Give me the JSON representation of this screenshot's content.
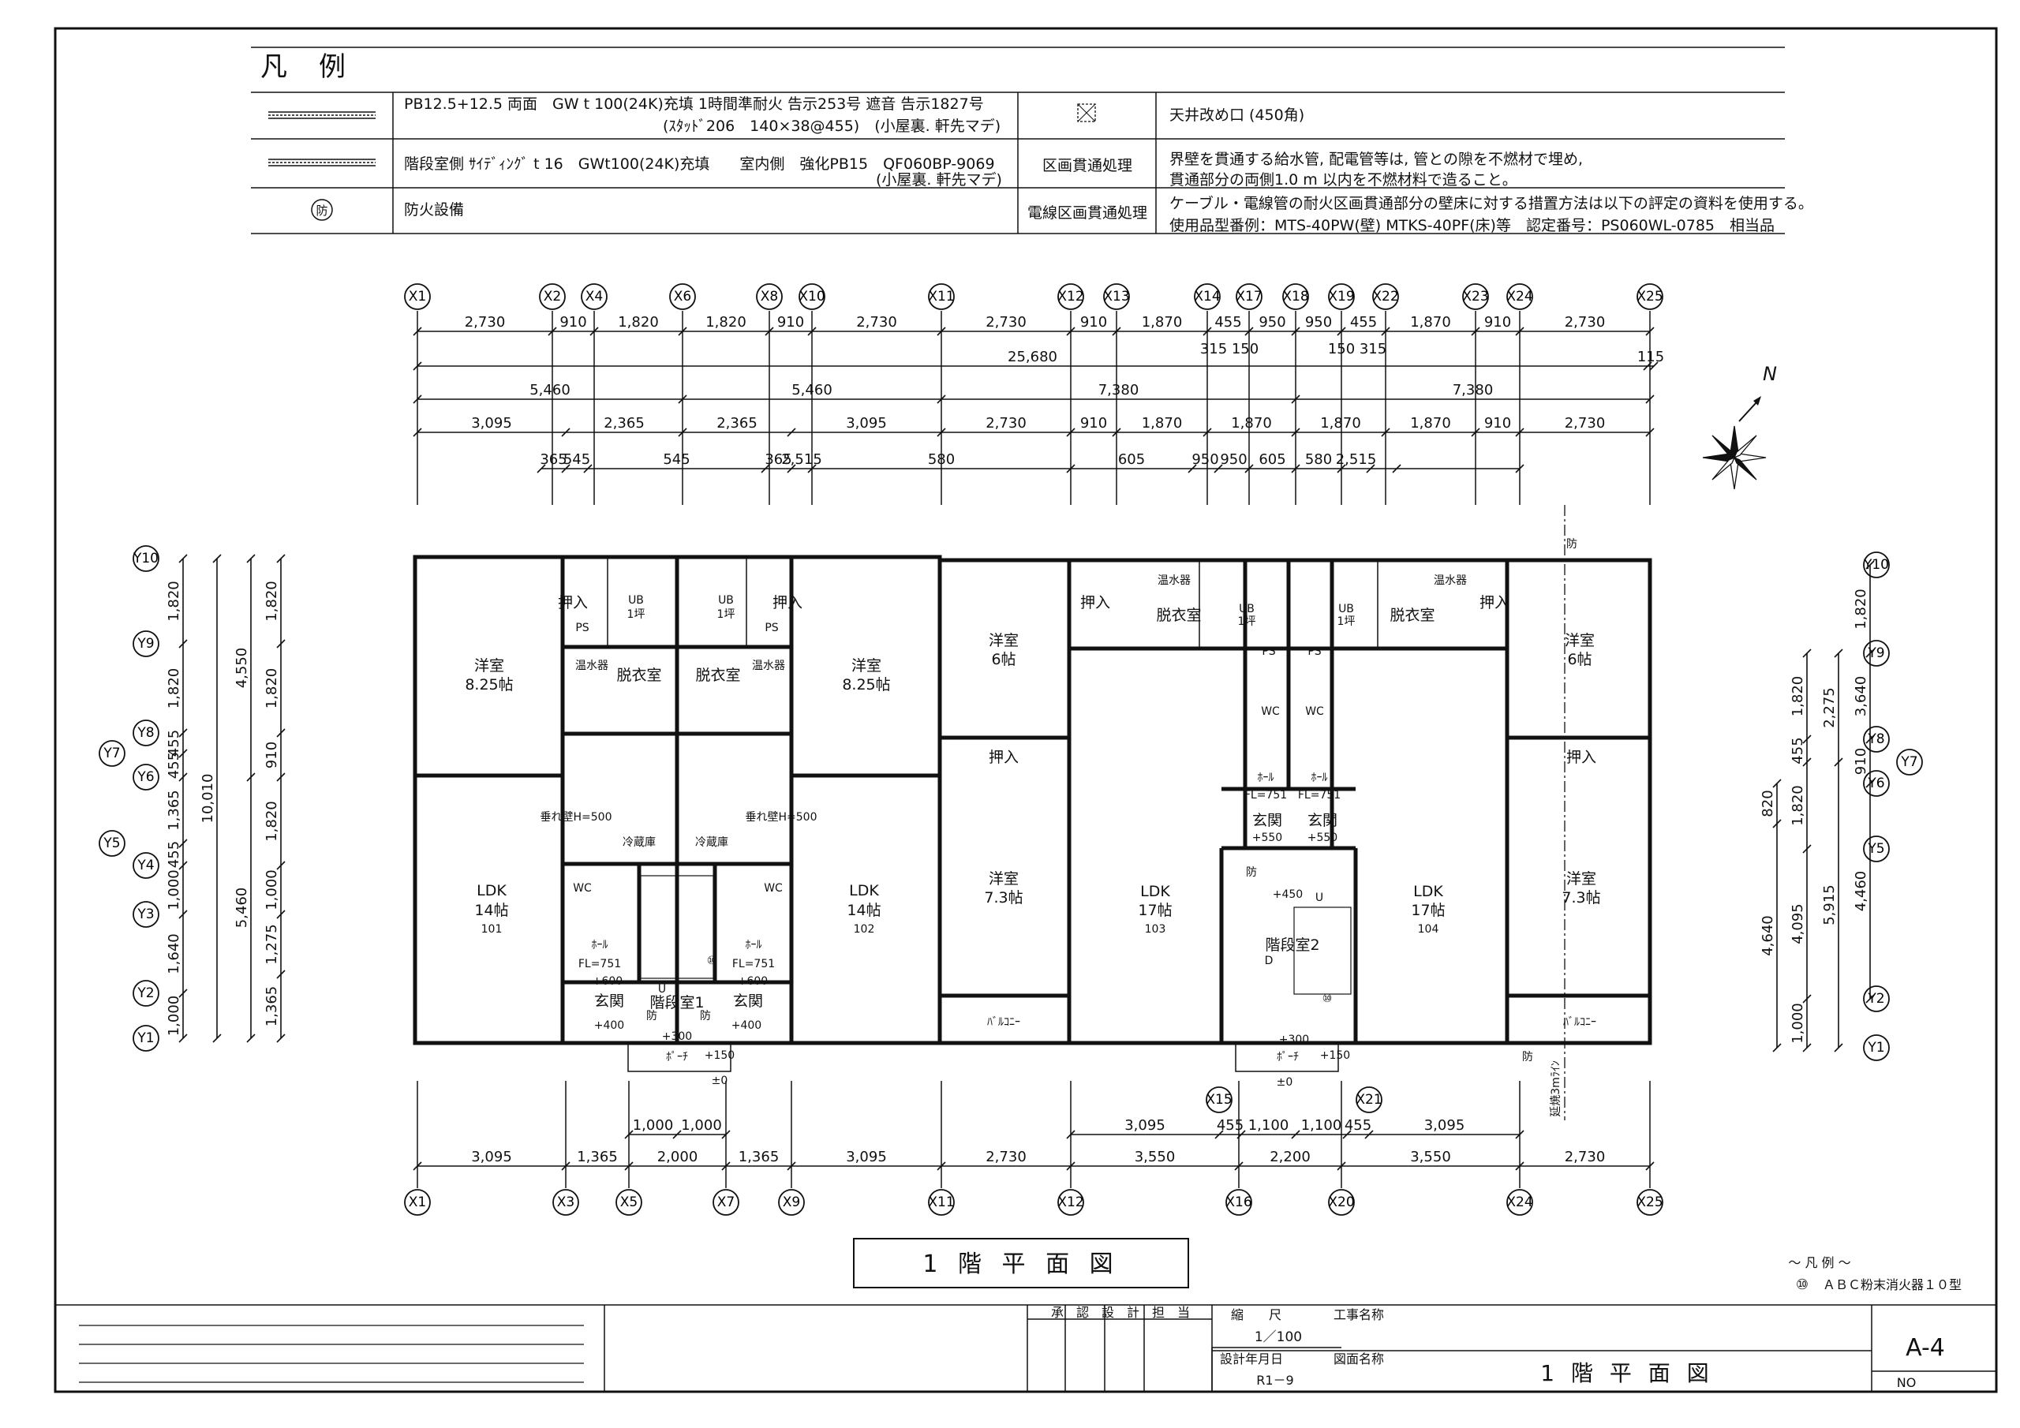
{
  "legend": {
    "title": "凡例",
    "rows": [
      {
        "desc_lines": [
          "PB12.5+12.5 両面　GW t 100(24K)充填 1時間準耐火 告示253号 遮音 告示1827号",
          "(ｽﾀｯﾄﾞ206　140×38@455)　(小屋裏. 軒先マデ)"
        ],
        "mid_label": "",
        "right_lines": [
          "天井改め口 (450角)"
        ]
      },
      {
        "desc_lines": [
          "階段室側 ｻｲﾃﾞｨﾝｸﾞ t 16　GWt100(24K)充填　　室内側　強化PB15　QF060BP-9069",
          "(小屋裏. 軒先マデ)"
        ],
        "mid_label": "区画貫通処理",
        "right_lines": [
          "界壁を貫通する給水管, 配電管等は, 管との隙を不燃材で埋め,",
          "貫通部分の両側1.0 m 以内を不燃材料で造ること。"
        ]
      },
      {
        "symbol": "防",
        "desc_lines": [
          "防火設備"
        ],
        "mid_label": "電線区画貫通処理",
        "right_lines": [
          "ケーブル・電線管の耐火区画貫通部分の壁床に対する措置方法は以下の評定の資料を使用する。",
          "使用品型番例：MTS-40PW(壁) MTKS-40PF(床)等　認定番号：PS060WL-0785　相当品"
        ]
      }
    ]
  },
  "grid_top": [
    "X1",
    "X2",
    "X4",
    "X6",
    "X8",
    "X10",
    "X11",
    "X12",
    "X13",
    "X14",
    "X17",
    "X18",
    "X19",
    "X22",
    "X23",
    "X24",
    "X25"
  ],
  "grid_bottom": [
    "X1",
    "X3",
    "X5",
    "X7",
    "X9",
    "X11",
    "X12",
    "X16",
    "X20",
    "X24",
    "X25"
  ],
  "grid_mid": [
    "X15",
    "X21"
  ],
  "grid_left": [
    "Y10",
    "Y9",
    "Y8",
    "Y7",
    "Y6",
    "Y5",
    "Y4",
    "Y3",
    "Y2",
    "Y1"
  ],
  "grid_right": [
    "Y10",
    "Y9",
    "Y8",
    "Y7",
    "Y6",
    "Y5",
    "Y2",
    "Y1"
  ],
  "dims_top": {
    "row1": [
      "2,730",
      "910",
      "1,820",
      "1,820",
      "910",
      "2,730",
      "2,730",
      "910",
      "1,870",
      "455",
      "950",
      "950",
      "455",
      "1,870",
      "910",
      "2,730"
    ],
    "row1b": [
      "315",
      "150",
      "150",
      "315"
    ],
    "row2": [
      "25,680",
      "115"
    ],
    "row3": [
      "5,460",
      "5,460",
      "7,380",
      "7,380"
    ],
    "row4": [
      "3,095",
      "2,365",
      "2,365",
      "3,095",
      "2,730",
      "910",
      "1,870",
      "1,870",
      "1,870",
      "1,870",
      "910",
      "2,730"
    ],
    "row5": [
      "365",
      "545",
      "545",
      "365",
      "2,515",
      "580",
      "605",
      "950",
      "950",
      "605",
      "580",
      "2,515"
    ]
  },
  "dims_bottom": {
    "row1": [
      "1,000",
      "1,000"
    ],
    "row2": [
      "3,095",
      "455",
      "1,100",
      "1,100",
      "455",
      "3,095"
    ],
    "row3": [
      "3,095",
      "1,365",
      "2,000",
      "1,365",
      "3,095",
      "2,730",
      "3,550",
      "2,200",
      "3,550",
      "2,730"
    ]
  },
  "dims_left": {
    "col1": [
      "1,820",
      "1,820",
      "455",
      "455",
      "1,365",
      "455",
      "1,000",
      "1,640",
      "1,000"
    ],
    "col2": [
      "10,010"
    ],
    "col3": [
      "4,550",
      "5,460"
    ],
    "col4": [
      "1,820",
      "1,820",
      "910",
      "1,820",
      "1,000",
      "1,275",
      "1,365"
    ]
  },
  "dims_right": {
    "col1": [
      "820",
      "4,640"
    ],
    "col2": [
      "1,820",
      "455",
      "1,820",
      "4,095",
      "1,000"
    ],
    "col3": [
      "2,275",
      "5,915"
    ],
    "col4": [
      "1,820",
      "3,640",
      "910",
      "4,460"
    ]
  },
  "rooms": {
    "western_825": "洋室",
    "tatami_825": "8.25帖",
    "western_6": "洋室",
    "tatami_6": "6帖",
    "western_73": "洋室",
    "tatami_73": "7.3帖",
    "ldk": "LDK",
    "ldk_14": "14帖",
    "ldk_17": "17帖",
    "u101": "101",
    "u102": "102",
    "u103": "103",
    "u104": "104",
    "oshiire": "押入",
    "ub": "UB",
    "ub_size": "1坪",
    "dressing": "脱衣室",
    "water_heater": "温水器",
    "fridge": "冷蔵庫",
    "wc": "WC",
    "hall": "ﾎｰﾙ",
    "fl": "FL=751",
    "entrance": "玄関",
    "stair1": "階段室1",
    "stair2": "階段室2",
    "balcony": "ﾊﾞﾙｺﾆｰ",
    "porch": "ﾎﾟｰﾁ",
    "hanging_wall": "垂れ壁H=500",
    "ps": "PS",
    "lv_600": "+600",
    "lv_550": "+550",
    "lv_450": "+450",
    "lv_400": "+400",
    "lv_300": "+300",
    "lv_150": "+150",
    "lv_0": "±0",
    "fire_extinguisher": "⑩",
    "fire_mark": "防",
    "burn_line": "延焼3mﾗｲﾝ",
    "up": "U",
    "down": "D"
  },
  "compass": {
    "label": "N"
  },
  "drawing_title": "1 階 平 面 図",
  "side_legend": {
    "title": "～ 凡 例 ～",
    "item_symbol": "⑩",
    "item_text": "ＡＢＣ粉末消火器１０型"
  },
  "title_block": {
    "approval_header": "承　認　設　計　担　当",
    "scale_label": "縮　　尺",
    "scale_value": "1／100",
    "date_label": "設計年月日",
    "date_value": "R1－9",
    "project_label": "工事名称",
    "drawing_name_label": "図面名称",
    "drawing_name": "1 階 平 面 図",
    "sheet_no": "A-4",
    "no_label": "NO"
  }
}
